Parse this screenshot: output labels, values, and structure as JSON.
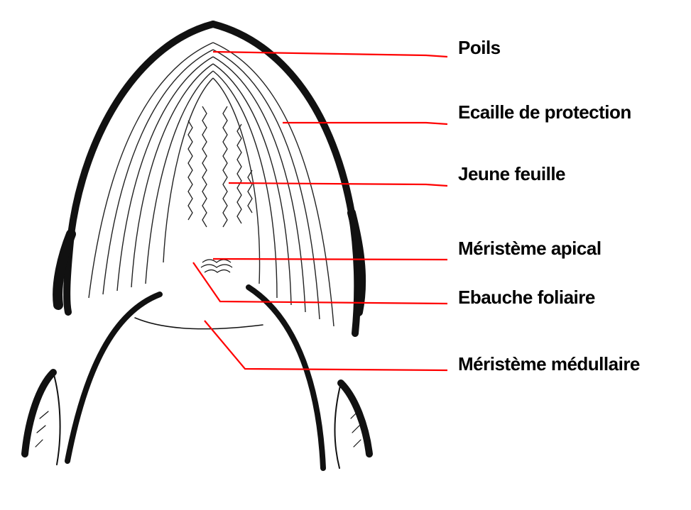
{
  "labels": {
    "poils": "Poils",
    "ecaille": "Ecaille de protection",
    "jeune_feuille": "Jeune feuille",
    "meristeme_apical": "Méristème apical",
    "ebauche_foliaire": "Ebauche foliaire",
    "meristeme_medullaire": "Méristème médullaire"
  },
  "colors": {
    "leader": "#ff0000",
    "ink": "#111111",
    "background": "#ffffff"
  }
}
